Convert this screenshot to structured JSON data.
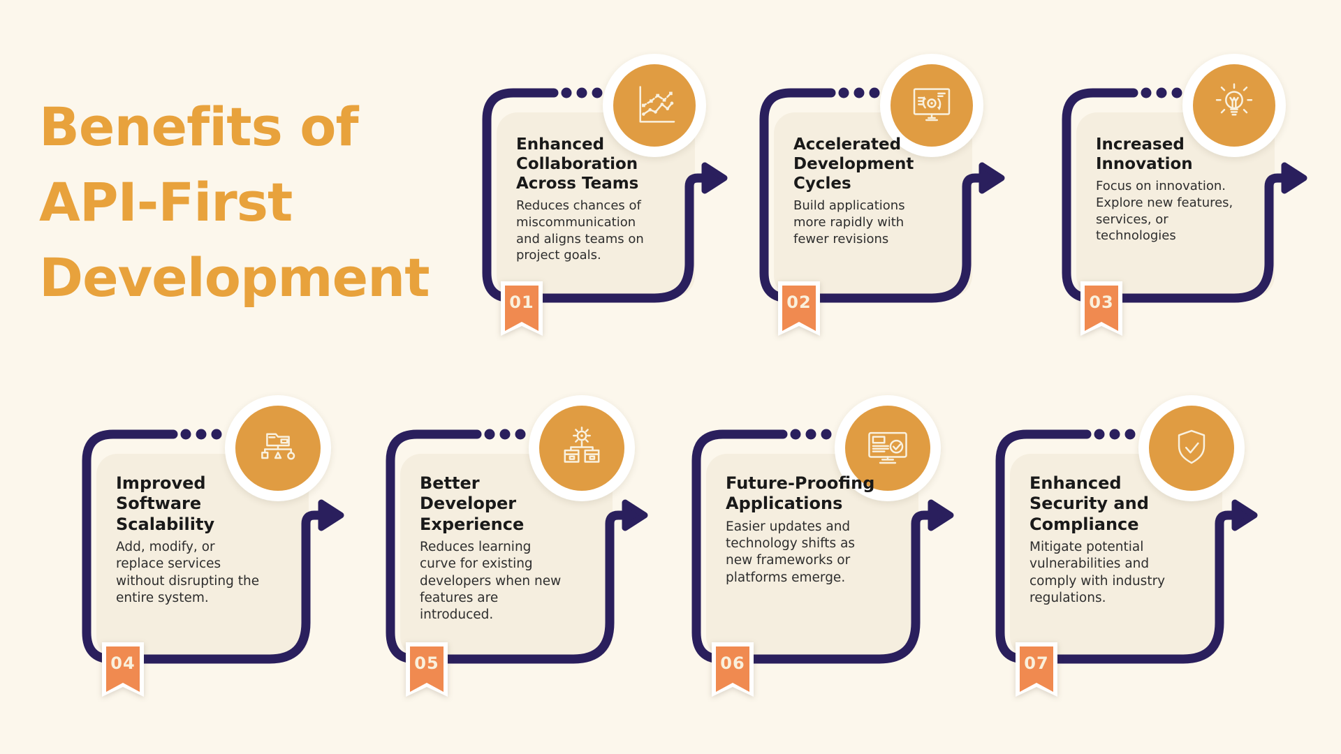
{
  "page": {
    "title": {
      "lines": [
        "Benefits of",
        "API-First",
        "Development"
      ]
    }
  },
  "cards": [
    {
      "number": "01",
      "title": "Enhanced Collaboration Across Teams",
      "description": "Reduces chances of miscommunication and aligns teams on project goals.",
      "icon": "line-chart"
    },
    {
      "number": "02",
      "title": "Accelerated Development Cycles",
      "description": "Build applications more rapidly with fewer revisions",
      "icon": "presentation-gear"
    },
    {
      "number": "03",
      "title": "Increased Innovation",
      "description": "Focus on innovation. Explore new features, services, or technologies",
      "icon": "light-bulb"
    },
    {
      "number": "04",
      "title": "Improved Software Scalability",
      "description": "Add, modify, or replace services without disrupting the entire system.",
      "icon": "folder-hierarchy"
    },
    {
      "number": "05",
      "title": "Better Developer Experience",
      "description": "Reduces learning curve for existing developers when new features are introduced.",
      "icon": "gear-modules"
    },
    {
      "number": "06",
      "title": "Future-Proofing Applications",
      "description": "Easier updates and technology shifts as new frameworks or platforms emerge.",
      "icon": "monitor-check"
    },
    {
      "number": "07",
      "title": "Enhanced Security and Compliance",
      "description": "Mitigate potential vulnerabilities and comply with industry regulations.",
      "icon": "shield-check"
    }
  ],
  "colors": {
    "page_background": "#FCF7EC",
    "card_background": "#F5EEDF",
    "navy": "#2A1F5D",
    "icon_circle_orange": "#E09C42",
    "icon_ring_white": "#FFFFFF",
    "icon_stroke": "#F9F1DF",
    "badge_orange": "#F08A50",
    "badge_text": "#FAF0DC",
    "title_orange": "#E8A23C",
    "heading_text": "#191919",
    "body_text": "#2D2D2D"
  }
}
